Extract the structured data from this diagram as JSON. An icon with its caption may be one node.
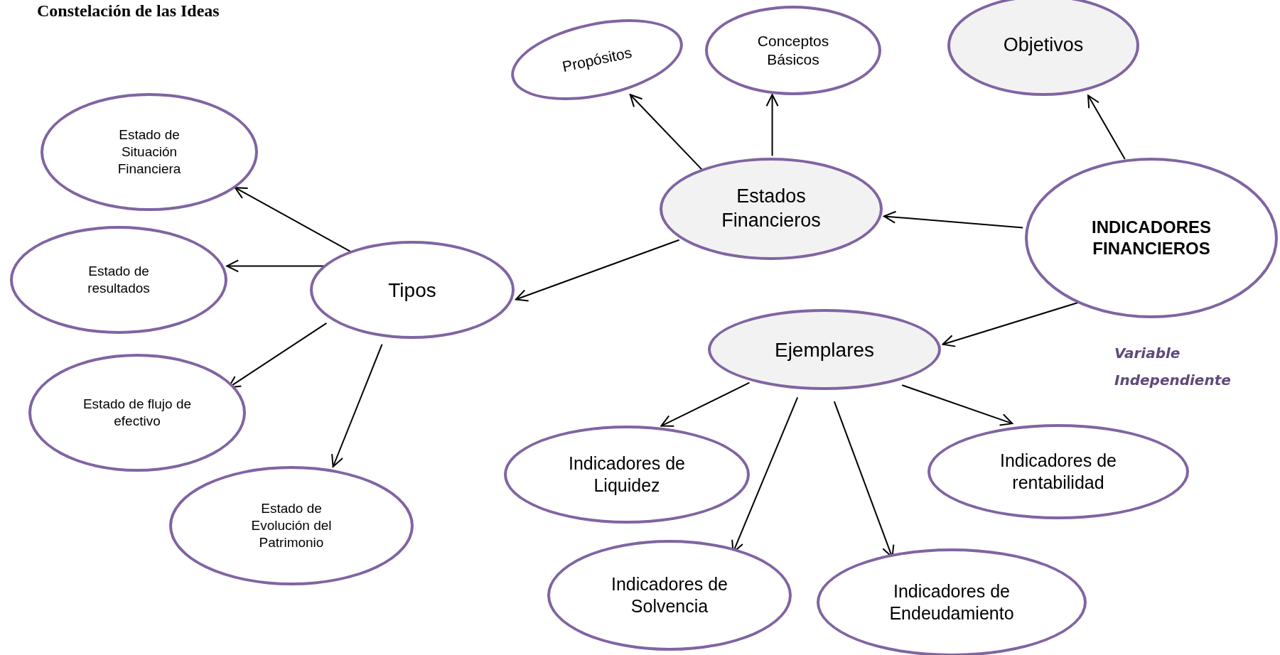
{
  "diagram": {
    "title": "Constelación de las Ideas",
    "nodes": [
      {
        "text": [
          "INDICADORES FINANCIEROS"
        ]
      },
      {
        "text": [
          "Estados Financieros"
        ]
      },
      {
        "text": [
          "Propósitos"
        ]
      },
      {
        "text": [
          "Conceptos Básicos"
        ]
      },
      {
        "text": [
          "Objetivos"
        ]
      },
      {
        "text": [
          "Tipos"
        ]
      },
      {
        "text": [
          "Estado de Situación Financiera"
        ]
      },
      {
        "text": [
          "Estado de resultados"
        ]
      },
      {
        "text": [
          "Estado de flujo de efectivo"
        ]
      },
      {
        "text": [
          "Estado de Evolución del Patrimonio"
        ]
      },
      {
        "text": [
          "Ejemplares"
        ]
      },
      {
        "text": [
          "Indicadores de Liquidez"
        ]
      },
      {
        "text": [
          "Indicadores de rentabilidad"
        ]
      },
      {
        "text": [
          "Indicadores de Solvencia"
        ]
      },
      {
        "text": [
          "Indicadores de Endeudamiento"
        ]
      }
    ],
    "edges": [
      {
        "from": 0,
        "to": 1,
        "arrow": "to"
      },
      {
        "from": 0,
        "to": 4,
        "arrow": "to"
      },
      {
        "from": 0,
        "to": 10,
        "arrow": "to"
      },
      {
        "from": 1,
        "to": 2,
        "arrow": "to"
      },
      {
        "from": 1,
        "to": 3,
        "arrow": "to"
      },
      {
        "from": 1,
        "to": 5,
        "arrow": "to"
      },
      {
        "from": 5,
        "to": 6,
        "arrow": "to"
      },
      {
        "from": 5,
        "to": 7,
        "arrow": "to"
      },
      {
        "from": 5,
        "to": 8,
        "arrow": "to"
      },
      {
        "from": 5,
        "to": 9,
        "arrow": "to"
      },
      {
        "from": 10,
        "to": 11,
        "arrow": "to"
      },
      {
        "from": 10,
        "to": 13,
        "arrow": "to"
      },
      {
        "from": 10,
        "to": 14,
        "arrow": "to"
      },
      {
        "from": 10,
        "to": 12,
        "arrow": "to"
      }
    ],
    "labels": [
      "Variable Independiente"
    ]
  }
}
